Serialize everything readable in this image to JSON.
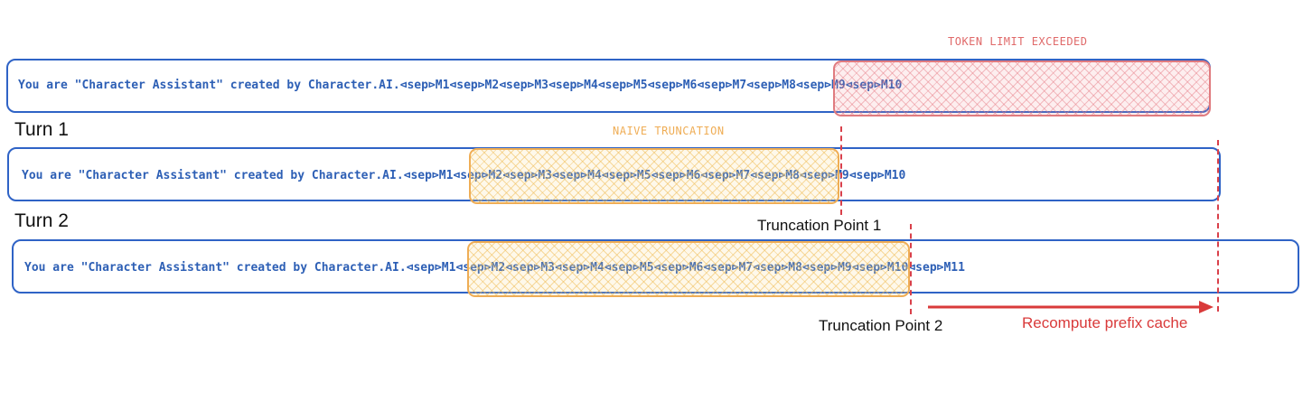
{
  "labels": {
    "token_limit": "TOKEN LIMIT EXCEEDED",
    "naive_truncation": "NAIVE TRUNCATION",
    "turn1": "Turn 1",
    "turn2": "Turn 2",
    "truncation_point_1": "Truncation Point 1",
    "truncation_point_2": "Truncation Point 2",
    "recompute": "Recompute prefix cache"
  },
  "sequences": {
    "row0": "You are \"Character Assistant\" created by Character.AI.⊲sep⊳M1⊲sep⊳M2⊲sep⊳M3⊲sep⊳M4⊲sep⊳M5⊲sep⊳M6⊲sep⊳M7⊲sep⊳M8⊲sep⊳M9⊲sep⊳M10",
    "row1": "You are \"Character Assistant\" created by Character.AI.⊲sep⊳M1⊲sep⊳M2⊲sep⊳M3⊲sep⊳M4⊲sep⊳M5⊲sep⊳M6⊲sep⊳M7⊲sep⊳M8⊲sep⊳M9⊲sep⊳M10",
    "row2": "You are \"Character Assistant\" created by Character.AI.⊲sep⊳M1⊲sep⊳M2⊲sep⊳M3⊲sep⊳M4⊲sep⊳M5⊲sep⊳M6⊲sep⊳M7⊲sep⊳M8⊲sep⊳M9⊲sep⊳M10⊲sep⊳M11"
  },
  "colors": {
    "sequence_box": "#2f63c6",
    "token_text": "#2d5fb5",
    "token_limit": "#e06a6a",
    "naive_truncation": "#efad55",
    "truncation_line": "#d9404a",
    "recompute": "#d93a3a"
  }
}
